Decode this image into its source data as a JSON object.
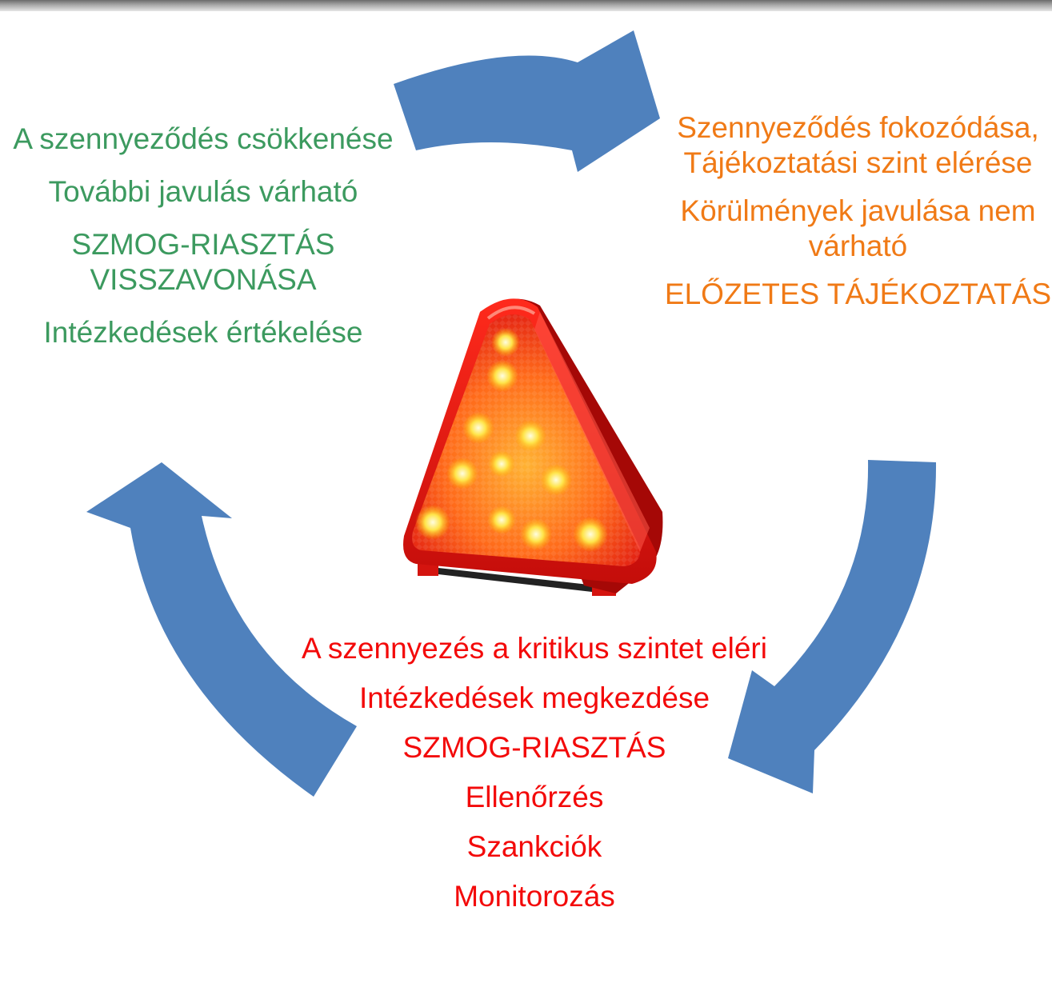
{
  "colors": {
    "arrow": "#4f81bd",
    "green_text": "#3c9a5f",
    "orange_text": "#f07a16",
    "red_text": "#f30a0a"
  },
  "green_block": {
    "line1": "A szennyeződés csökkenése",
    "line2": "További javulás várható",
    "line3": "SZMOG-RIASZTÁS VISSZAVONÁSA",
    "line4": "Intézkedések értékelése"
  },
  "orange_block": {
    "line1": "Szennyeződés fokozódása, Tájékoztatási szint elérése",
    "line2": "Körülmények javulása nem várható",
    "line3": "ELŐZETES TÁJÉKOZTATÁS"
  },
  "red_block": {
    "line1": "A szennyezés a kritikus szintet eléri",
    "line2": "Intézkedések megkezdése",
    "line3": "SZMOG-RIASZTÁS",
    "line4": "Ellenőrzés",
    "line5": "Szankciók",
    "line6": "Monitorozás"
  },
  "icons": {
    "center": "warning-triangle-light-icon",
    "arrows": "circular-arrow-icon"
  }
}
